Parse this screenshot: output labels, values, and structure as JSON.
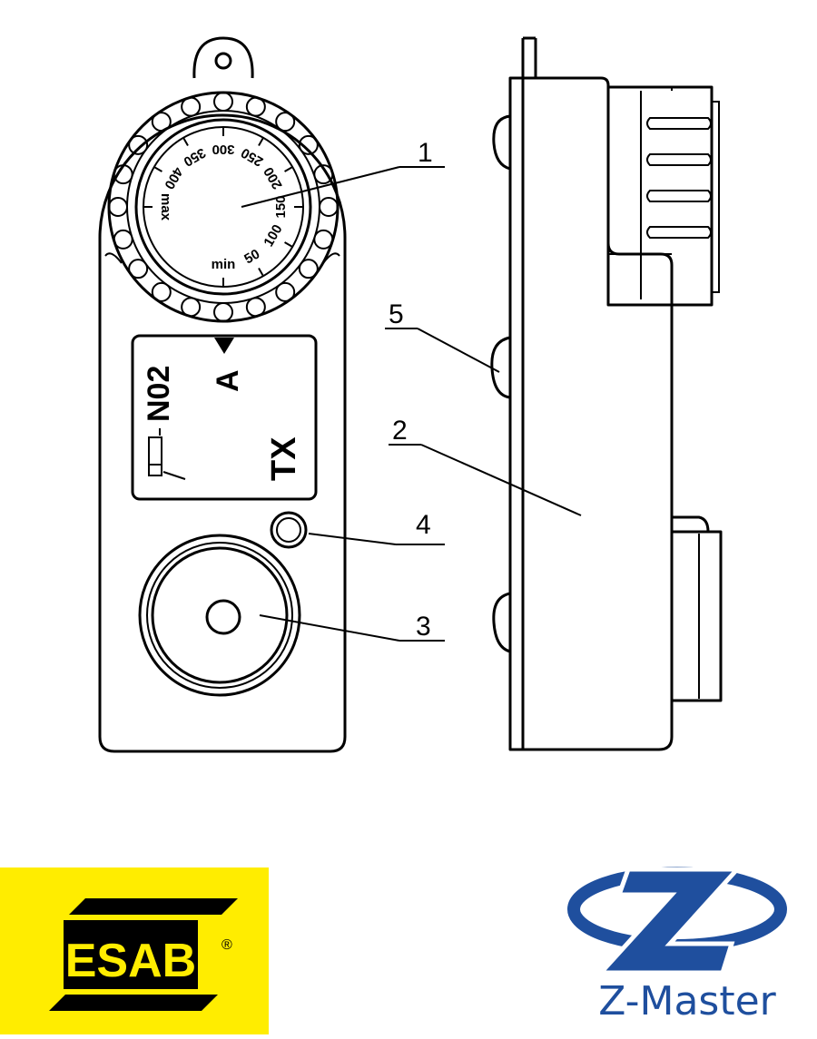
{
  "dial": {
    "labels": [
      "min",
      "50",
      "100",
      "150",
      "200",
      "250",
      "300",
      "350",
      "400",
      "max"
    ]
  },
  "panel": {
    "code": "N02",
    "letter": "A",
    "mode": "TX"
  },
  "callouts": [
    "1",
    "2",
    "3",
    "4",
    "5"
  ],
  "logos": {
    "esab_text": "ESAB",
    "esab_registered": "®",
    "zmaster_text": "Z-Master"
  },
  "colors": {
    "esab_yellow": "#ffed00",
    "zmaster_blue": "#1f4f9e"
  }
}
